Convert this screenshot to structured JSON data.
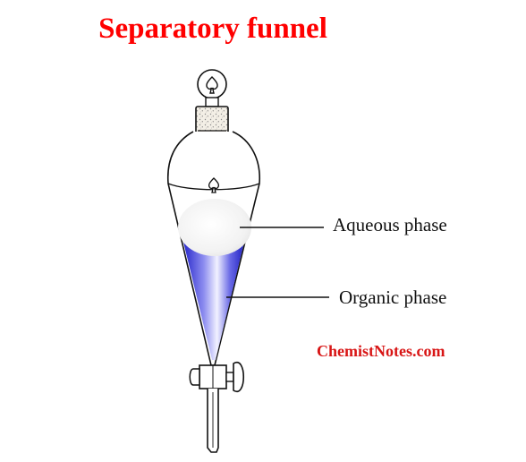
{
  "title": "Separatory funnel",
  "labels": {
    "aqueous": "Aqueous phase",
    "organic": "Organic phase"
  },
  "source": "ChemistNotes.com",
  "colors": {
    "title": "#ff0000",
    "source": "#d81515",
    "organic_layer": "#2b2bdc",
    "aqueous_layer": "#f4f4f4",
    "outline": "#111111",
    "stopper_cork": "#d9d0c0"
  }
}
